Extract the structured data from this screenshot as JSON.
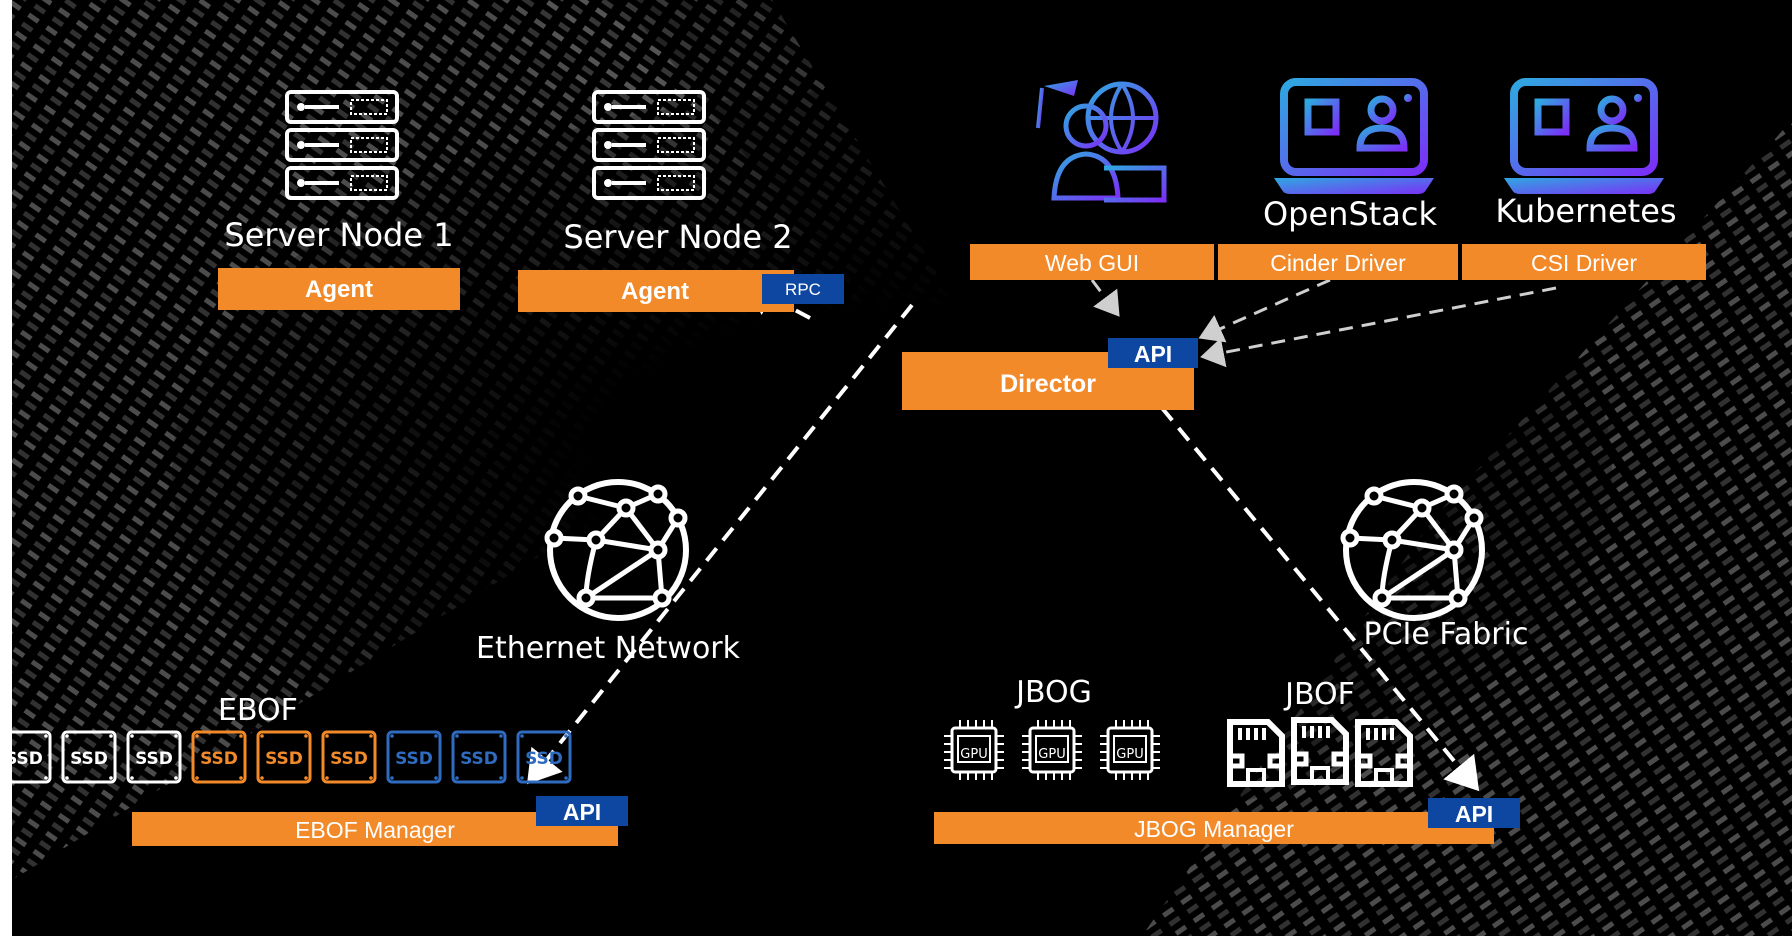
{
  "components": {
    "server_node_1": {
      "title": "Server Node 1",
      "agent": "Agent"
    },
    "server_node_2": {
      "title": "Server Node 2",
      "agent": "Agent",
      "rpc": "RPC"
    },
    "web_gui": {
      "label": "Web GUI"
    },
    "openstack": {
      "title": "OpenStack",
      "driver": "Cinder Driver"
    },
    "kubernetes": {
      "title": "Kubernetes",
      "driver": "CSI Driver"
    },
    "director": {
      "label": "Director",
      "api": "API"
    },
    "ethernet": {
      "title": "Ethernet Network"
    },
    "pcie": {
      "title": "PCIe Fabric"
    },
    "ebof": {
      "title": "EBOF",
      "manager": "EBOF Manager",
      "api": "API",
      "ssd_label": "SSD"
    },
    "jbog": {
      "title": "JBOG",
      "manager": "JBOG Manager",
      "api": "API",
      "gpu_label": "GPU"
    },
    "jbof": {
      "title": "JBOF"
    }
  },
  "colors": {
    "background": "#000000",
    "orange": "#f28a2a",
    "blue": "#0d47a1",
    "ssd_white": "#ffffff",
    "ssd_orange": "#f28a2a",
    "ssd_blue": "#2f6bbf",
    "icon_gradient_start": "#2fa8e0",
    "icon_gradient_end": "#7b2ff7"
  },
  "icons": [
    "server-rack-icon",
    "server-rack-icon",
    "person-globe-icon",
    "laptop-user-icon",
    "laptop-user-icon",
    "network-globe-icon",
    "network-globe-icon",
    "ssd-icon",
    "gpu-chip-icon",
    "sd-card-icon"
  ]
}
